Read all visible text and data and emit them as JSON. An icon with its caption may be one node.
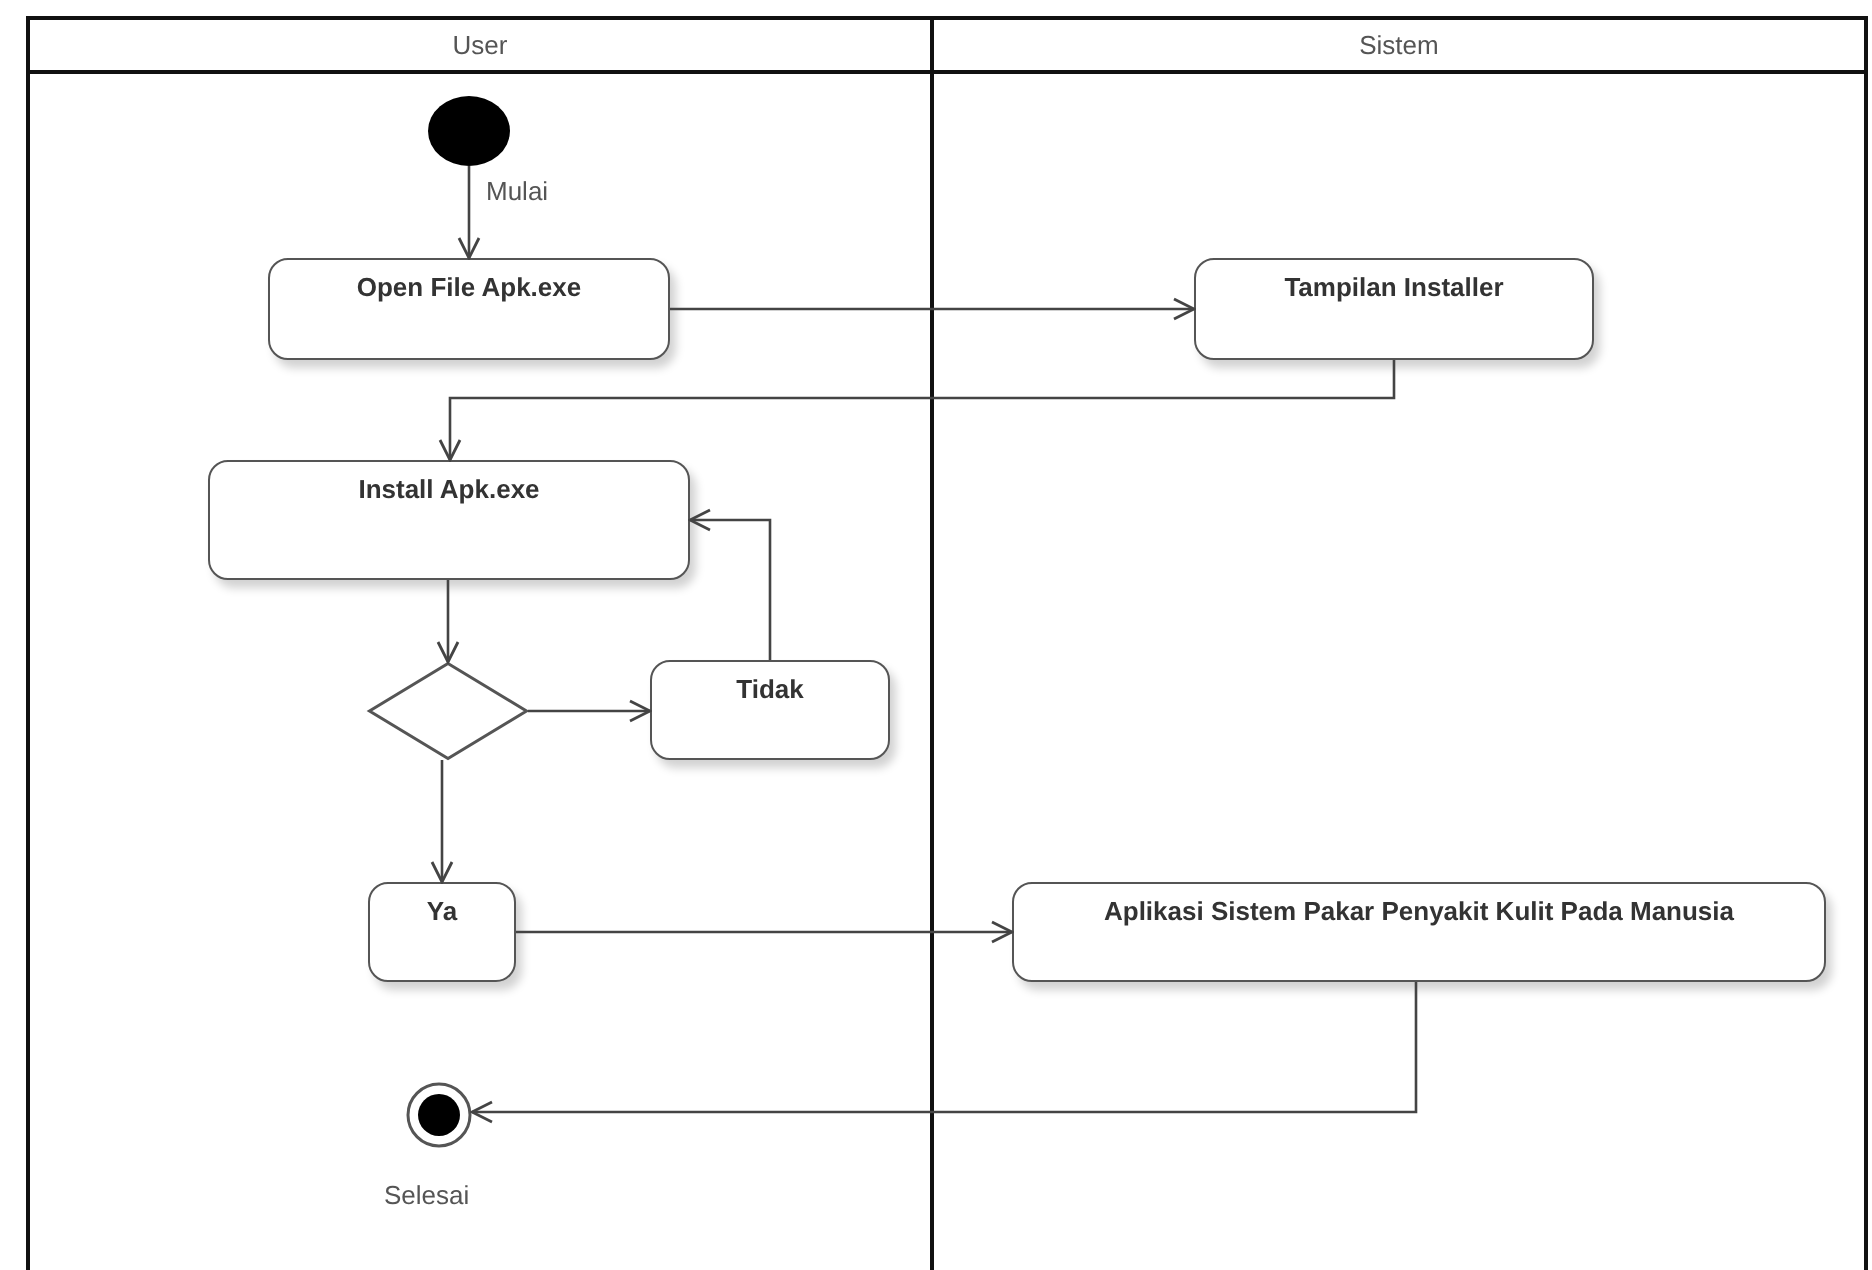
{
  "diagram": {
    "nodes": [
      {
        "text": [
          "User"
        ]
      },
      {
        "text": [
          "Sistem"
        ]
      },
      {
        "text": [],
        "shape": "circle",
        "in": 0
      },
      {
        "text": [
          "Open File Apk.exe"
        ],
        "in": 0
      },
      {
        "text": [
          "Tampilan Installer"
        ],
        "in": 1
      },
      {
        "text": [
          "Install Apk.exe"
        ],
        "in": 0
      },
      {
        "text": [],
        "shape": "diamond",
        "in": 0
      },
      {
        "text": [
          "Tidak"
        ],
        "in": 0
      },
      {
        "text": [
          "Ya"
        ],
        "in": 0
      },
      {
        "text": [
          "Aplikasi Sistem Pakar Penyakit Kulit Pada Manusia"
        ],
        "in": 1
      },
      {
        "text": [],
        "shape": "circle",
        "in": 0,
        "beside": [
          "Selesai"
        ]
      }
    ],
    "edges": [
      {
        "from": 2,
        "to": 3,
        "arrow": "to",
        "label": "Mulai"
      },
      {
        "from": 3,
        "to": 4,
        "arrow": "to"
      },
      {
        "from": 4,
        "to": 5,
        "arrow": "to"
      },
      {
        "from": 5,
        "to": 6,
        "arrow": "to"
      },
      {
        "from": 6,
        "to": 7,
        "arrow": "to"
      },
      {
        "from": 7,
        "to": 5,
        "arrow": "to"
      },
      {
        "from": 6,
        "to": 8,
        "arrow": "to"
      },
      {
        "from": 8,
        "to": 9,
        "arrow": "to"
      },
      {
        "from": 9,
        "to": 10,
        "arrow": "to"
      }
    ]
  }
}
